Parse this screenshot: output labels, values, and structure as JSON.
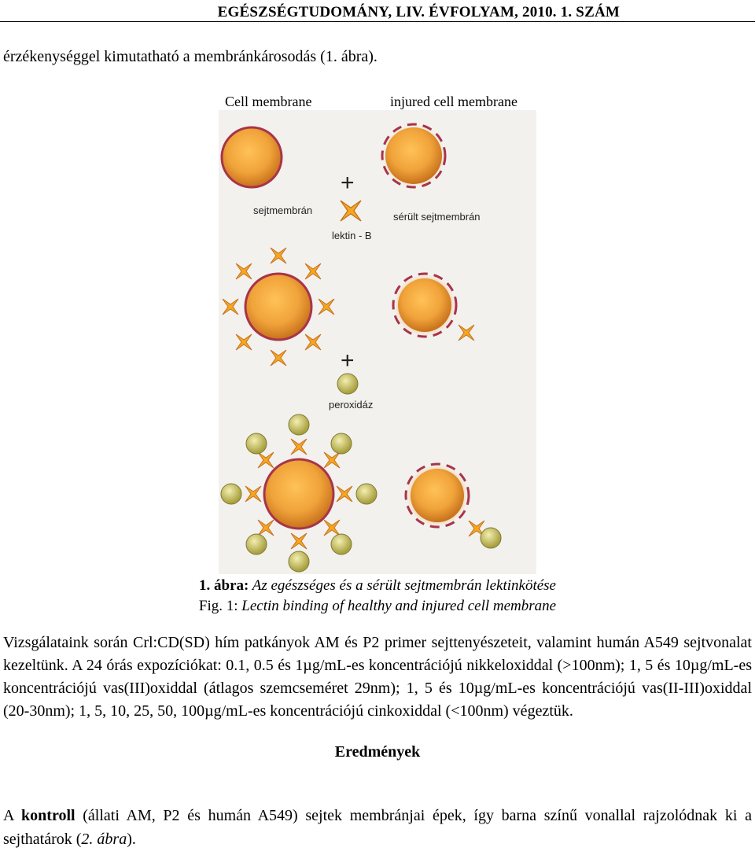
{
  "header": {
    "journal": "EGÉSZSÉGTUDOMÁNY, LIV. ÉVFOLYAM, 2010. 1. SZÁM"
  },
  "intro_line": "érzékenységgel kimutatható a membránkárosodás (1. ábra).",
  "figure": {
    "label_left": "Cell membrane",
    "label_right": "injured cell membrane",
    "text_sejtmembran": "sejtmembrán",
    "text_serult": "sérült sejtmembrán",
    "text_lektin": "lektin - B",
    "text_peroxidaz": "peroxidáz",
    "plus": "+",
    "colors": {
      "cell": "#f0a33a",
      "cell_dark": "#c7711c",
      "membrane": "#a8344a",
      "lectin": "#f5a623",
      "peroxidase": "#c9c060"
    }
  },
  "caption": {
    "hu_label": "1. ábra:",
    "hu_text": " Az egészséges és a sérült sejtmembrán lektinkötése",
    "en_label": "Fig. 1:",
    "en_text": " Lectin binding of healthy and injured cell membrane"
  },
  "body_paragraph": "Vizsgálataink során Crl:CD(SD) hím patkányok AM és P2 primer sejttenyészeteit, valamint humán A549 sejtvonalat kezeltünk. A 24 órás expozíciókat: 0.1, 0.5 és 1µg/mL-es koncentrációjú nikkeloxiddal (>100nm); 1, 5 és 10µg/mL-es koncentrációjú vas(III)oxiddal (átlagos szemcseméret 29nm); 1, 5 és 10µg/mL-es koncentrációjú vas(II-III)oxiddal (20-30nm); 1, 5, 10, 25, 50, 100µg/mL-es koncentrációjú cinkoxiddal (<100nm) végeztük.",
  "section_title": "Eredmények",
  "results": {
    "part1": "A ",
    "bold": "kontroll",
    "part2": " (állati AM, P2 és humán A549) sejtek membránjai épek, így barna színű vonallal rajzolódnak ki a sejthatárok (",
    "italic": "2. ábra",
    "part3": ")."
  }
}
